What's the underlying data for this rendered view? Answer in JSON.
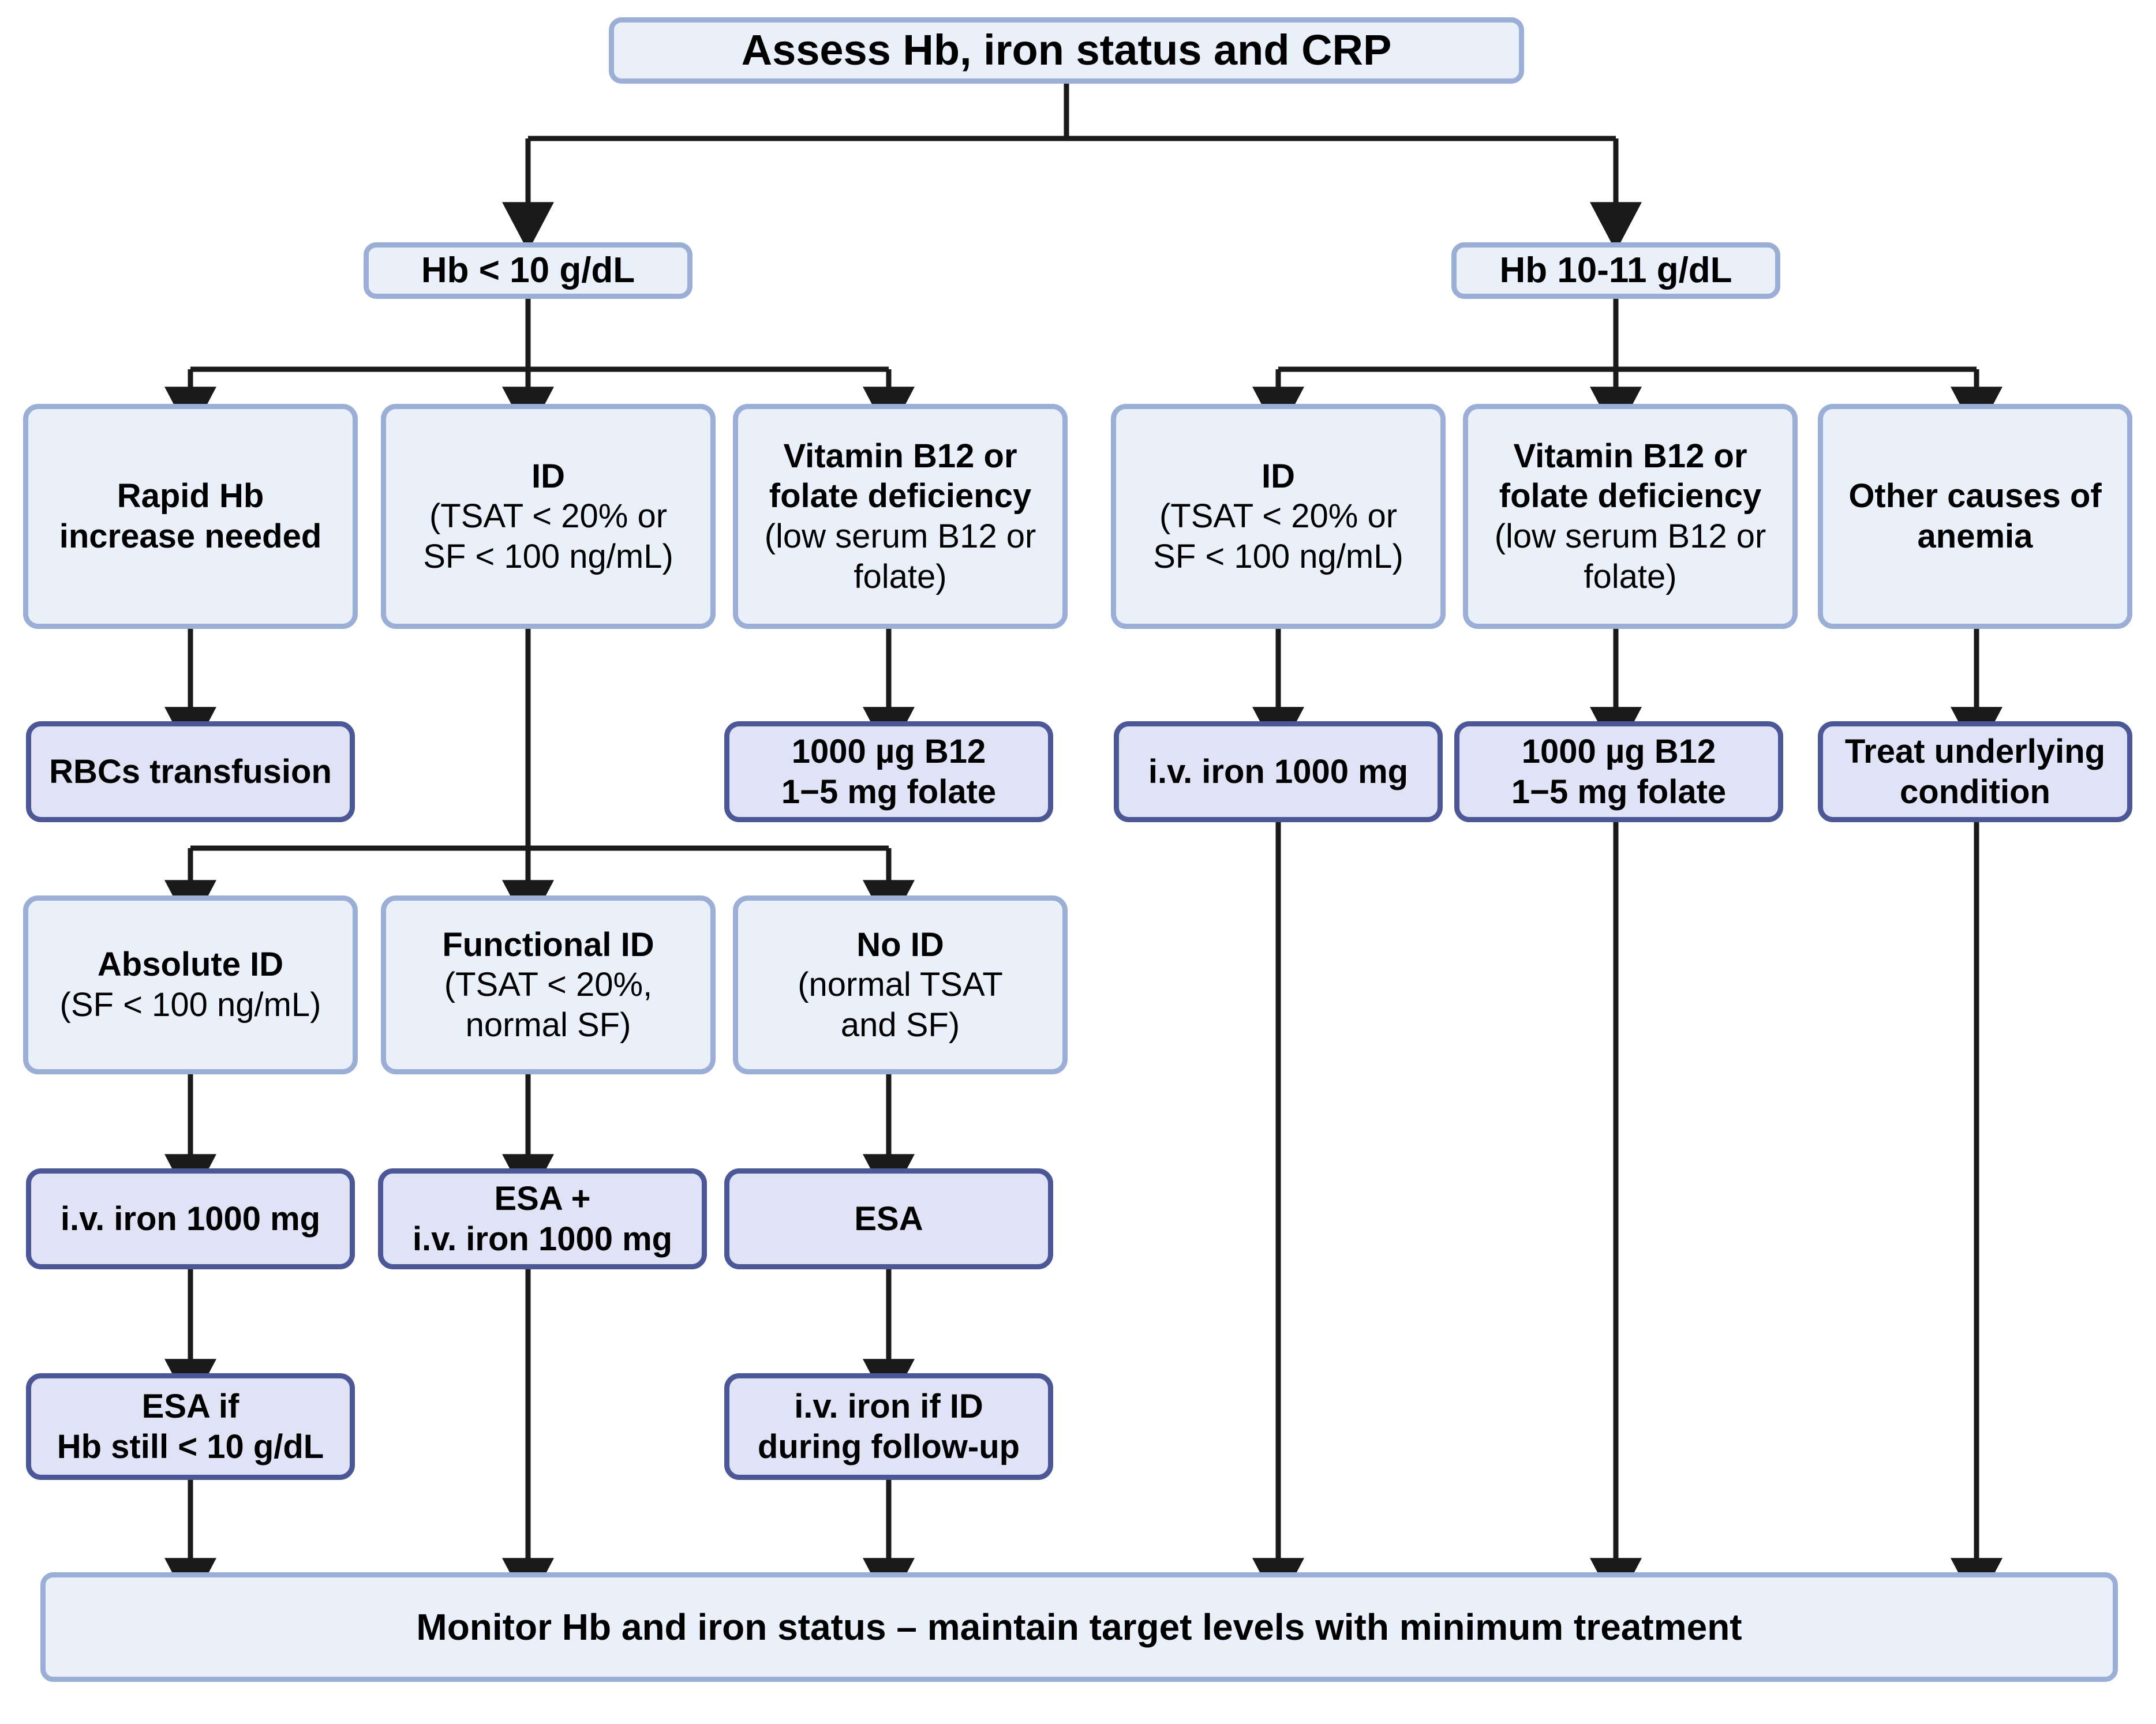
{
  "colors": {
    "light_fill": "#eaf0fa",
    "light_border": "#9aaed6",
    "dark_fill": "#dfe3f5",
    "dark_border": "#4b5796",
    "connector": "#1a1a1a",
    "page_bg": "#ffffff"
  },
  "title": {
    "text": "Assess Hb, iron status and CRP"
  },
  "branches": {
    "left": {
      "label": "Hb < 10 g/dL"
    },
    "right": {
      "label": "Hb 10-11 g/dL"
    }
  },
  "left_branch": {
    "causes": [
      {
        "heading": "Rapid Hb",
        "heading2": "increase needed",
        "detail": "",
        "detail2": ""
      },
      {
        "heading": "ID",
        "heading2": "",
        "detail": "(TSAT < 20% or",
        "detail2": "SF < 100 ng/mL)"
      },
      {
        "heading": "Vitamin B12 or",
        "heading2": "folate deficiency",
        "detail": "(low serum B12 or",
        "detail2": "folate)"
      }
    ],
    "treatments": [
      {
        "line1": "RBCs transfusion",
        "line2": ""
      },
      {
        "line1": "1000 µg B12",
        "line2": "1−5 mg folate"
      }
    ],
    "id_types": [
      {
        "heading": "Absolute ID",
        "detail": "(SF < 100 ng/mL)",
        "detail2": ""
      },
      {
        "heading": "Functional ID",
        "detail": "(TSAT < 20%,",
        "detail2": "normal SF)"
      },
      {
        "heading": "No ID",
        "detail": "(normal TSAT",
        "detail2": "and SF)"
      }
    ],
    "id_treatments": [
      {
        "line1": "i.v. iron 1000 mg",
        "line2": ""
      },
      {
        "line1": "ESA +",
        "line2": "i.v. iron 1000 mg"
      },
      {
        "line1": "ESA",
        "line2": ""
      }
    ],
    "final_treatments": [
      {
        "line1": "ESA if",
        "line2": "Hb still < 10 g/dL"
      },
      {
        "line1": "i.v. iron if ID",
        "line2": "during follow-up"
      }
    ]
  },
  "right_branch": {
    "causes": [
      {
        "heading": "ID",
        "heading2": "",
        "detail": "(TSAT < 20% or",
        "detail2": "SF < 100 ng/mL)"
      },
      {
        "heading": "Vitamin B12 or",
        "heading2": "folate deficiency",
        "detail": "(low serum B12 or",
        "detail2": "folate)"
      },
      {
        "heading": "Other causes of",
        "heading2": "anemia",
        "detail": "",
        "detail2": ""
      }
    ],
    "treatments": [
      {
        "line1": "i.v. iron 1000 mg",
        "line2": ""
      },
      {
        "line1": "1000 µg B12",
        "line2": "1−5 mg folate"
      },
      {
        "line1": "Treat underlying",
        "line2": "condition"
      }
    ]
  },
  "footer": {
    "text": "Monitor Hb and iron status – maintain target levels with minimum treatment"
  }
}
